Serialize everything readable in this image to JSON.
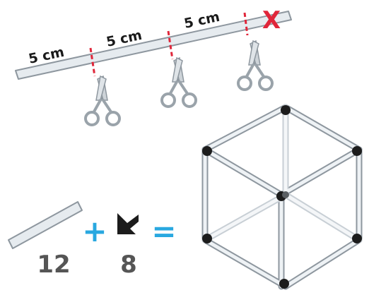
{
  "straw_segments": [
    "5 cm",
    "5 cm",
    "5 cm"
  ],
  "discard_mark": "X",
  "equation": {
    "straws_count": "12",
    "plus_sign": "+",
    "connectors_count": "8",
    "equals_sign": "="
  },
  "colors": {
    "straw_fill": "#e6ebef",
    "straw_stroke": "#8e979f",
    "cut_line": "#e0263a",
    "discard_x": "#e0263a",
    "operator": "#29a8e0",
    "connector": "#1c1c1c",
    "count_text": "#555555",
    "scissors": "#9aa3aa"
  },
  "icons": [
    "straw-icon",
    "scissors-icon",
    "connector-icon",
    "cube-frame-icon"
  ]
}
